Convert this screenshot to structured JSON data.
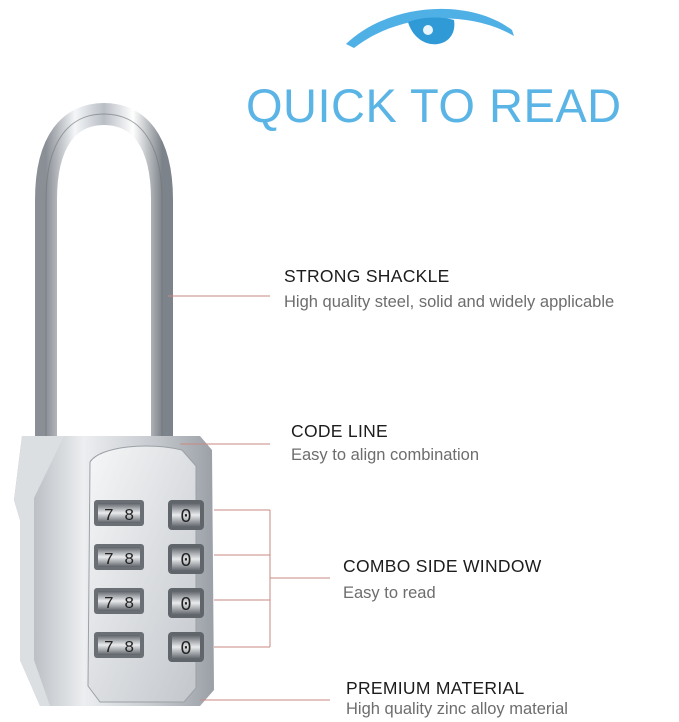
{
  "headline": "QUICK TO READ",
  "features": [
    {
      "title": "STRONG SHACKLE",
      "desc": "High quality steel, solid and widely applicable"
    },
    {
      "title": "CODE LINE",
      "desc": "Easy to align combination"
    },
    {
      "title": "COMBO SIDE WINDOW",
      "desc": "Easy to read"
    },
    {
      "title": "PREMIUM MATERIAL",
      "desc": "High quality zinc alloy material"
    }
  ],
  "dials": [
    {
      "front": "7 8",
      "side": "0"
    },
    {
      "front": "7 8",
      "side": "0"
    },
    {
      "front": "7 8",
      "side": "0"
    },
    {
      "front": "7 8",
      "side": "0"
    }
  ],
  "colors": {
    "accent": "#5ab4e5",
    "eye": "#2f9ad6",
    "callout_line": "#c98a82"
  },
  "icons": [
    "eye-icon"
  ]
}
